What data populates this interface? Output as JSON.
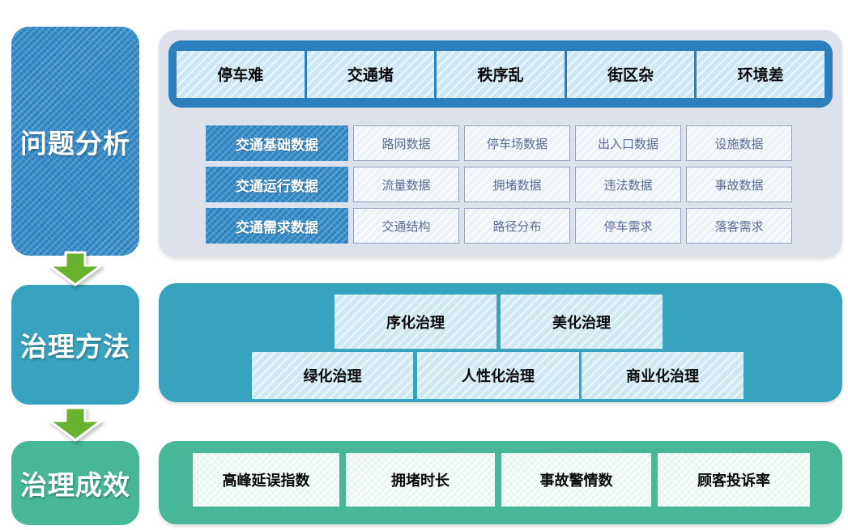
{
  "colors": {
    "stage_blue": "#2e85c2",
    "issue_bar_blue": "#2b7fbc",
    "panel_gray": "#dde1ec",
    "teal": "#38a3be",
    "green": "#47b798",
    "arrow_green": "#69b22d",
    "light_blue_box": "#cbe6f5",
    "data_cell_bg": "#eef2f9",
    "data_cell_text": "#5a6b95"
  },
  "stages": [
    {
      "label": "问题分析"
    },
    {
      "label": "治理方法"
    },
    {
      "label": "治理成效"
    }
  ],
  "problem_panel": {
    "issues": [
      "停车难",
      "交通堵",
      "秩序乱",
      "街区杂",
      "环境差"
    ],
    "data_rows": [
      {
        "header": "交通基础数据",
        "cells": [
          "路网数据",
          "停车场数据",
          "出入口数据",
          "设施数据"
        ]
      },
      {
        "header": "交通运行数据",
        "cells": [
          "流量数据",
          "拥堵数据",
          "违法数据",
          "事故数据"
        ]
      },
      {
        "header": "交通需求数据",
        "cells": [
          "交通结构",
          "路径分布",
          "停车需求",
          "落客需求"
        ]
      }
    ]
  },
  "method_panel": {
    "row1": [
      "序化治理",
      "美化治理"
    ],
    "row2": [
      "绿化治理",
      "人性化治理",
      "商业化治理"
    ]
  },
  "effect_panel": {
    "metrics": [
      "高峰延误指数",
      "拥堵时长",
      "事故警情数",
      "顾客投诉率"
    ]
  }
}
